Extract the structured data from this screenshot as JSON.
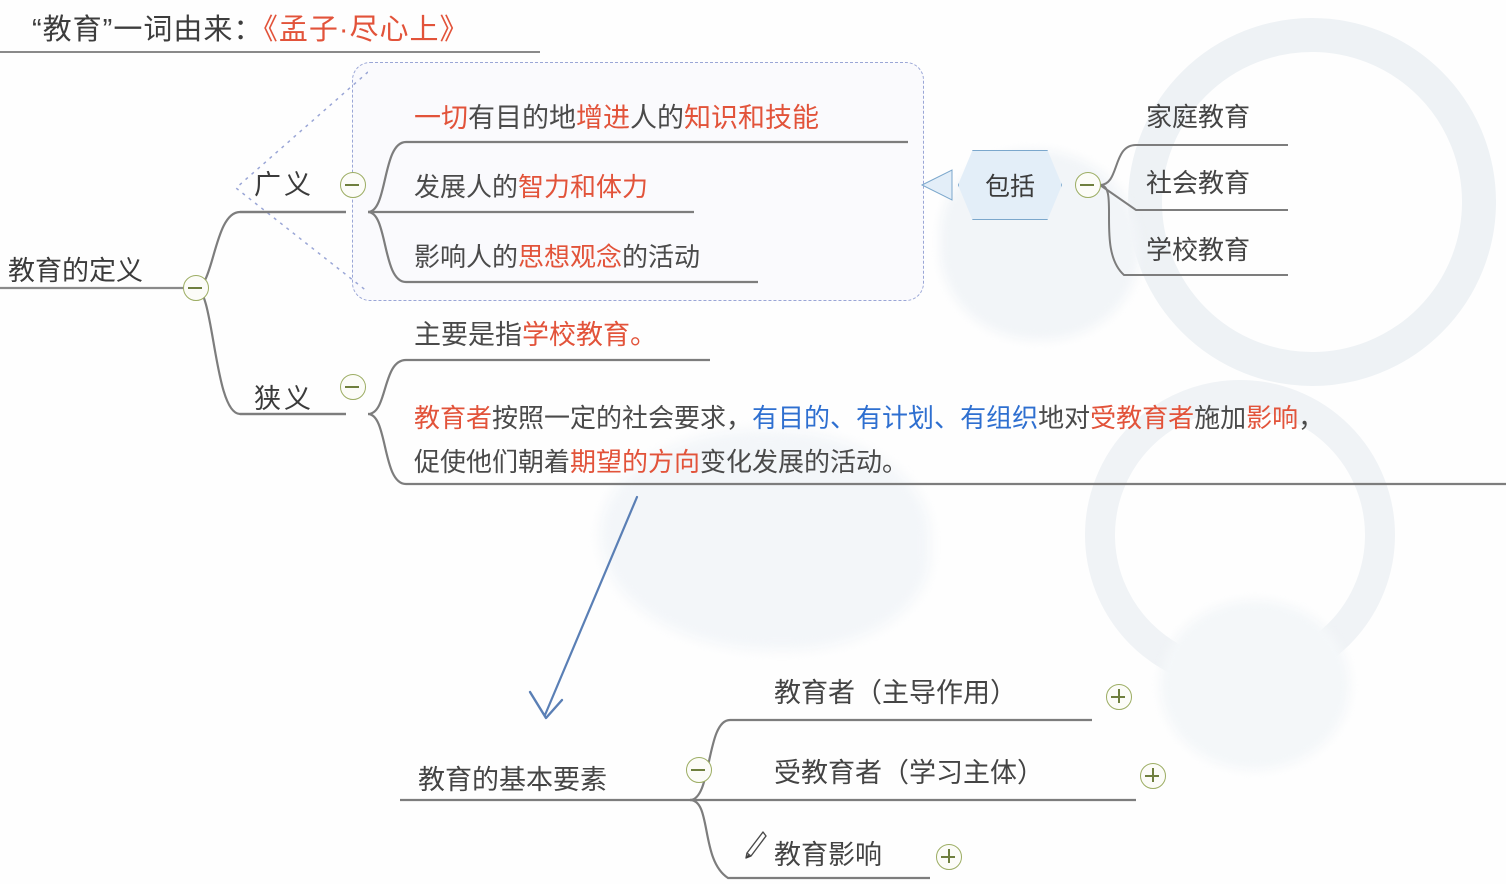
{
  "heading": {
    "prefix": "“教育”一词由来：",
    "source": "《孟子·尽心上》"
  },
  "mindmap": {
    "root": {
      "label": "教育的定义",
      "toggle": "collapse-icon"
    },
    "branches": [
      {
        "label": "广义",
        "toggle": "collapse-icon",
        "items": [
          {
            "name": "broad-item-1",
            "segments": [
              {
                "text": "一切",
                "color": "red"
              },
              {
                "text": "有目的地",
                "color": "dark"
              },
              {
                "text": "增进",
                "color": "red"
              },
              {
                "text": "人的",
                "color": "dark"
              },
              {
                "text": "知识和技能",
                "color": "red"
              }
            ]
          },
          {
            "name": "broad-item-2",
            "segments": [
              {
                "text": "发展人的",
                "color": "dark"
              },
              {
                "text": "智力和体力",
                "color": "red"
              }
            ]
          },
          {
            "name": "broad-item-3",
            "segments": [
              {
                "text": "影响人的",
                "color": "dark"
              },
              {
                "text": "思想观念",
                "color": "red"
              },
              {
                "text": "的活动",
                "color": "dark"
              }
            ]
          }
        ],
        "callout": {
          "label": "包括",
          "toggle": "collapse-icon",
          "items": [
            "家庭教育",
            "社会教育",
            "学校教育"
          ]
        }
      },
      {
        "label": "狭义",
        "toggle": "collapse-icon",
        "items": [
          {
            "name": "narrow-item-1",
            "segments": [
              {
                "text": "主要是指",
                "color": "dark"
              },
              {
                "text": "学校教育。",
                "color": "red"
              }
            ]
          },
          {
            "name": "narrow-item-2",
            "line1": [
              {
                "text": "教育者",
                "color": "red"
              },
              {
                "text": "按照一定的社会要求，",
                "color": "dark"
              },
              {
                "text": "有目的、",
                "color": "blue"
              },
              {
                "text": "有计划、",
                "color": "blue"
              },
              {
                "text": "有组织",
                "color": "blue"
              },
              {
                "text": "地对",
                "color": "dark"
              },
              {
                "text": "受教育者",
                "color": "red"
              },
              {
                "text": "施加",
                "color": "dark"
              },
              {
                "text": "影响",
                "color": "red"
              },
              {
                "text": "，",
                "color": "dark"
              }
            ],
            "line2": [
              {
                "text": "促使他们朝着",
                "color": "dark"
              },
              {
                "text": "期望的方向",
                "color": "red"
              },
              {
                "text": "变化发展的活动。",
                "color": "dark"
              }
            ]
          }
        ]
      }
    ],
    "second_map": {
      "root": {
        "label": "教育的基本要素",
        "toggle": "collapse-icon"
      },
      "items": [
        {
          "label": "教育者（主导作用）",
          "toggle": "expand-icon"
        },
        {
          "label": "受教育者（学习主体）",
          "toggle": "expand-icon"
        },
        {
          "label": "教育影响",
          "toggle": "expand-icon"
        }
      ]
    }
  },
  "annotation": {
    "arrow": "down-left-arrow",
    "cursor": "pen-cursor"
  },
  "colors": {
    "red": "#e2533a",
    "blue": "#2e6fd0",
    "dark": "#4a4a4a",
    "toggle_border": "#9cad63",
    "callout_fill": "#e3eef8",
    "callout_border": "#7ba7cc",
    "boundary": "#9aa6d6",
    "arrow": "#5a7fb5"
  }
}
